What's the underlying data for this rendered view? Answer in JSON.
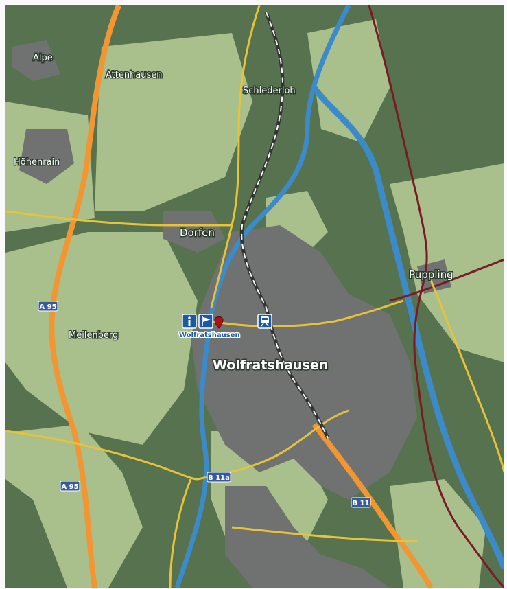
{
  "map": {
    "places": {
      "alpe": "Alpe",
      "attenhausen": "Attenhausen",
      "schlederloh": "Schlederloh",
      "hohenrain": "Höhenrain",
      "dorfen": "Dorfen",
      "puppling": "Puppling",
      "meilenberg": "Meilenberg",
      "wolfratshausen": "Wolfratshausen"
    },
    "roads": {
      "a95_north": "A 95",
      "a95_south": "A 95",
      "b11a": "B 11a",
      "b11": "B 11"
    },
    "poi": {
      "caption": "Wolfratshausen",
      "info_icon": "info-icon",
      "flag_icon": "flag-icon",
      "train_icon": "train-icon",
      "location_icon": "location-marker-icon"
    },
    "colors": {
      "forest": "#56724e",
      "meadow": "#a9bf8c",
      "urban": "#6f7270",
      "river": "#3d8ac9",
      "motorway": "#f29633",
      "road": "#e7c33a",
      "trail": "#7a1a24",
      "shield": "#3a5a9a"
    }
  }
}
